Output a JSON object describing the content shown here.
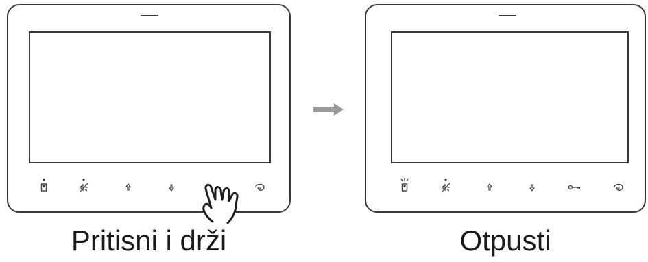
{
  "steps": [
    {
      "caption": "Pritisni i drži",
      "action": "press-and-hold",
      "pressed_button": "key-button"
    },
    {
      "caption": "Otpusti",
      "action": "release",
      "indicator": "power-led-blinking"
    }
  ],
  "buttons": [
    "power-icon",
    "mute-icon",
    "arrow-up-icon",
    "arrow-down-icon",
    "key-icon",
    "intercom-icon"
  ],
  "colors": {
    "outline": "#3a3a3a",
    "arrow": "#9a9a9a",
    "background": "#ffffff"
  }
}
